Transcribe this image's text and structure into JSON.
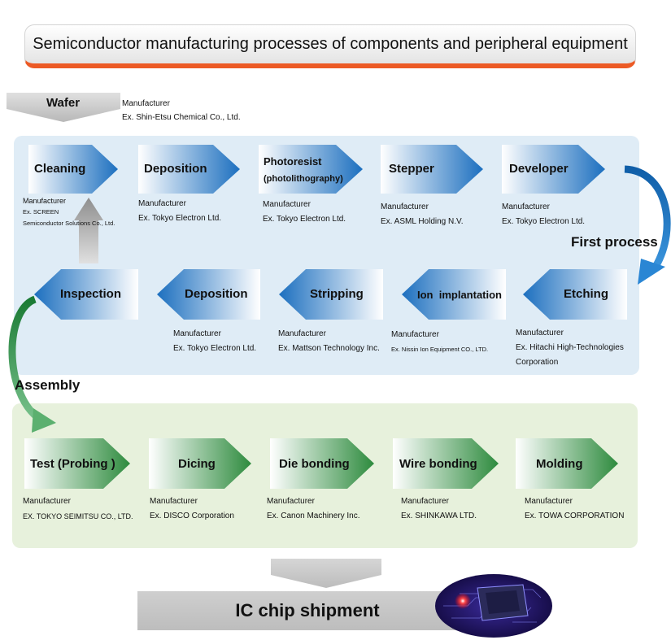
{
  "title": "Semiconductor manufacturing processes of components and peripheral equipment",
  "wafer": {
    "label": "Wafer",
    "manufacturer_label": "Manufacturer",
    "manufacturer_example": "Ex. Shin-Etsu Chemical Co., Ltd."
  },
  "first_process": {
    "label": "First process",
    "row1": [
      {
        "label": "Cleaning",
        "manufacturer_label": "Manufacturer",
        "example_lines": [
          "Ex. SCREEN",
          "Semiconductor Solutions Co., Ltd."
        ]
      },
      {
        "label": "Deposition",
        "manufacturer_label": "Manufacturer",
        "example_lines": [
          "Ex. Tokyo Electron Ltd."
        ]
      },
      {
        "label": "Photoresist",
        "label_line2": "(photolithography)",
        "manufacturer_label": "Manufacturer",
        "example_lines": [
          "Ex. Tokyo Electron Ltd."
        ]
      },
      {
        "label": "Stepper",
        "manufacturer_label": "Manufacturer",
        "example_lines": [
          "Ex. ASML Holding N.V."
        ]
      },
      {
        "label": "Developer",
        "manufacturer_label": "Manufacturer",
        "example_lines": [
          "Ex. Tokyo Electron Ltd."
        ]
      }
    ],
    "row2": [
      {
        "label": "Inspection",
        "manufacturer_label": "",
        "example_lines": []
      },
      {
        "label": "Deposition",
        "manufacturer_label": "Manufacturer",
        "example_lines": [
          "Ex. Tokyo Electron Ltd."
        ]
      },
      {
        "label": "Stripping",
        "manufacturer_label": "Manufacturer",
        "example_lines": [
          "Ex. Mattson Technology Inc."
        ]
      },
      {
        "label": "Ion  implantation",
        "manufacturer_label": "Manufacturer",
        "example_lines": [
          "Ex. Nissin Ion Equipment CO., LTD."
        ]
      },
      {
        "label": "Etching",
        "manufacturer_label": "Manufacturer",
        "example_lines": [
          "Ex. Hitachi High-Technologies",
          "Corporation"
        ]
      }
    ]
  },
  "assembly": {
    "label": "Assembly",
    "steps": [
      {
        "label": "Test (Probing )",
        "manufacturer_label": "Manufacturer",
        "example_lines": [
          "EX. TOKYO SEIMITSU CO., LTD."
        ]
      },
      {
        "label": "Dicing",
        "manufacturer_label": "Manufacturer",
        "example_lines": [
          "Ex. DISCO Corporation"
        ]
      },
      {
        "label": "Die bonding",
        "manufacturer_label": "Manufacturer",
        "example_lines": [
          "Ex. Canon Machinery Inc."
        ]
      },
      {
        "label": "Wire bonding",
        "manufacturer_label": "Manufacturer",
        "example_lines": [
          "Ex. SHINKAWA LTD."
        ]
      },
      {
        "label": "Molding",
        "manufacturer_label": "Manufacturer",
        "example_lines": [
          "Ex. TOWA CORPORATION"
        ]
      }
    ]
  },
  "shipment": {
    "label": "IC chip shipment"
  },
  "colors": {
    "title_underline": "#ec5a25",
    "blue_arrow": "#1c6fbf",
    "green_arrow": "#2e8b3e",
    "panel_blue": "#dfecf6",
    "panel_green": "#e7f1dc",
    "grey_arrow": "#bdbdbd"
  }
}
